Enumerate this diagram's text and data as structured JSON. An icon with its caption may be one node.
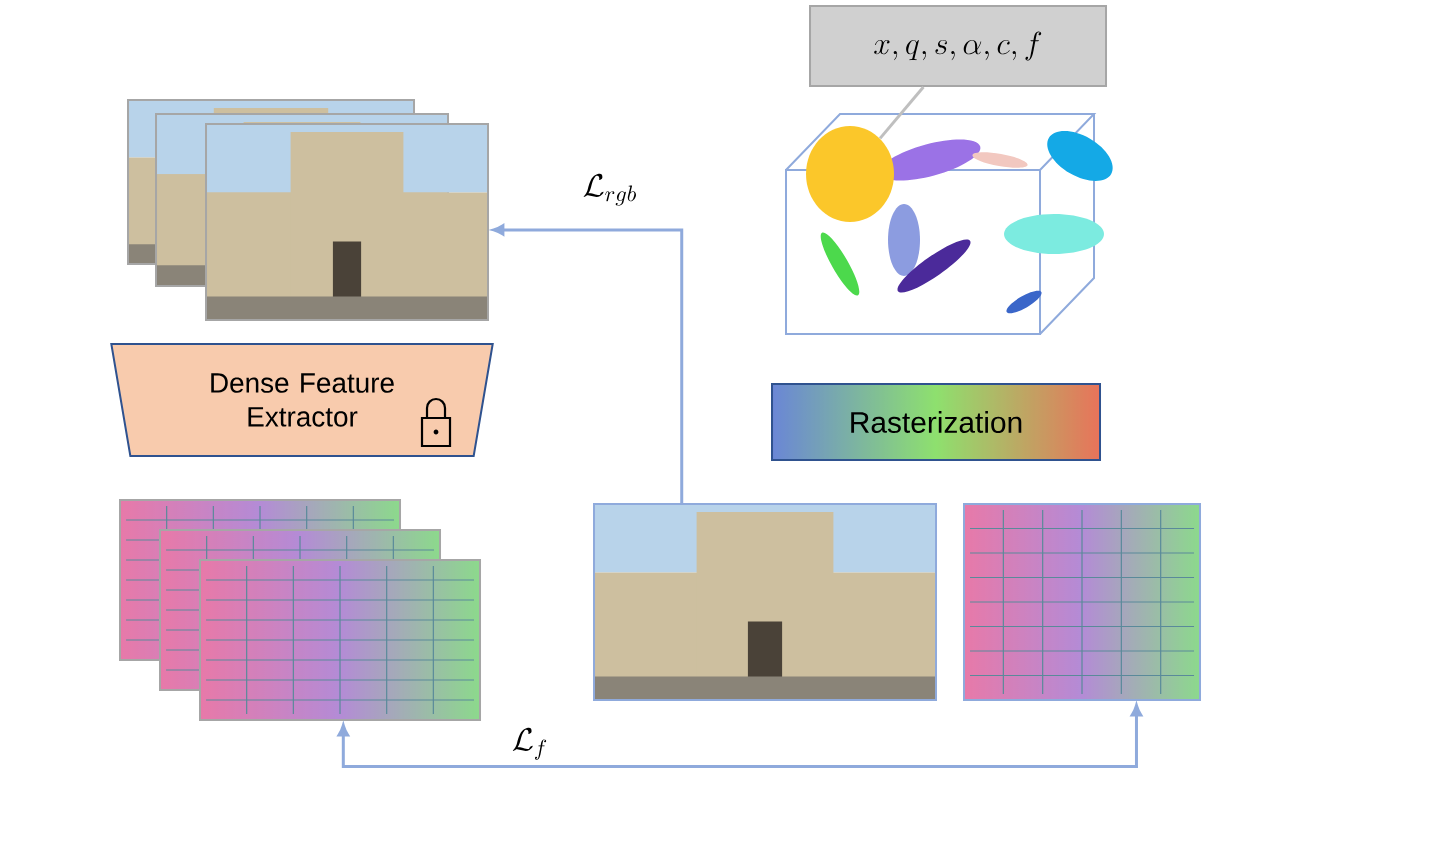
{
  "diagram": {
    "nodes": [
      {
        "text": [],
        "shape": "picture"
      },
      {
        "text": [
          "Dense Feature Extractor"
        ]
      },
      {
        "text": [],
        "shape": "picture"
      },
      {
        "text": [
          "x, q, s, \\alpha, c, f"
        ]
      },
      {
        "text": [],
        "shape": "picture"
      },
      {
        "text": [],
        "shape": "circle",
        "in": 4
      },
      {
        "text": [
          "Rasterization"
        ]
      },
      {
        "text": [],
        "shape": "picture"
      },
      {
        "text": [],
        "shape": "picture"
      }
    ],
    "edges": [
      {
        "from": 7,
        "to": 0,
        "arrow": "to",
        "label": "\\mathcal{L}_{rgb}"
      },
      {
        "from": 2,
        "to": 8,
        "arrow": "both",
        "label": "\\mathcal{L}_f"
      },
      {
        "from": 3,
        "to": 5,
        "arrow": "none",
        "color": "#bfbfbf"
      }
    ]
  }
}
